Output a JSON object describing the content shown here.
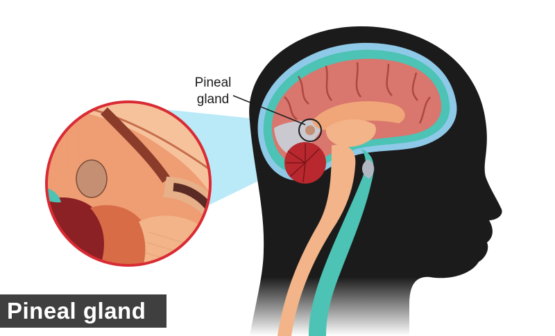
{
  "labels": {
    "callout_line1": "Pineal",
    "callout_line2": "gland",
    "banner_title": "Pineal gland"
  },
  "colors": {
    "head_silhouette": "#1b1b1b",
    "cortex": "#d9766e",
    "cortex_dark": "#a9423c",
    "meninges_blue": "#8ec9e8",
    "csf_teal": "#4cc3b4",
    "brainstem": "#f2b488",
    "pineal": "#c58f74",
    "zoom_border": "#d92b34",
    "zoom_beam": "#aee6f7",
    "banner_bg": "#3f3f3f"
  },
  "icons": [
    "head-silhouette",
    "brain-cross-section",
    "magnifier-circle"
  ]
}
